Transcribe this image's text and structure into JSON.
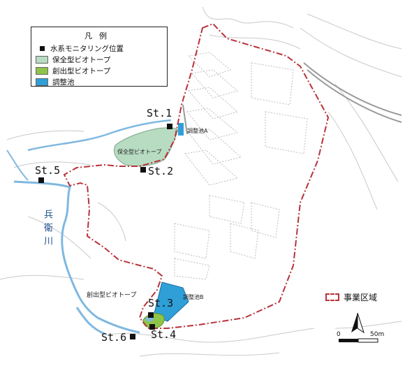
{
  "legend": {
    "title": "凡例",
    "items": [
      {
        "label": "水系モニタリング位置",
        "symbol": "black-square"
      },
      {
        "label": "保全型ビオトープ",
        "symbol": "swatch",
        "color": "#b7dcc2"
      },
      {
        "label": "創出型ビオトープ",
        "symbol": "swatch",
        "color": "#8fc44a"
      },
      {
        "label": "調整池",
        "symbol": "swatch",
        "color": "#2f9fd8"
      }
    ]
  },
  "stations": [
    {
      "label": "St.1"
    },
    {
      "label": "St.2"
    },
    {
      "label": "St.3"
    },
    {
      "label": "St.4"
    },
    {
      "label": "St.5"
    },
    {
      "label": "St.6"
    }
  ],
  "areas": {
    "preservation_biotope": "保全型ビオトープ",
    "created_biotope": "創出型ビオトープ",
    "pond_a": "調整池A",
    "pond_b": "調整池B"
  },
  "river": "兵衛川",
  "project_area": "事業区域",
  "scale": {
    "zero": "0",
    "max": "50m"
  },
  "colors": {
    "boundary": "#b8323a",
    "river": "#7fb8e0",
    "preservation": "#b7dcc2",
    "created": "#8fc44a",
    "pond": "#2f9fd8"
  }
}
